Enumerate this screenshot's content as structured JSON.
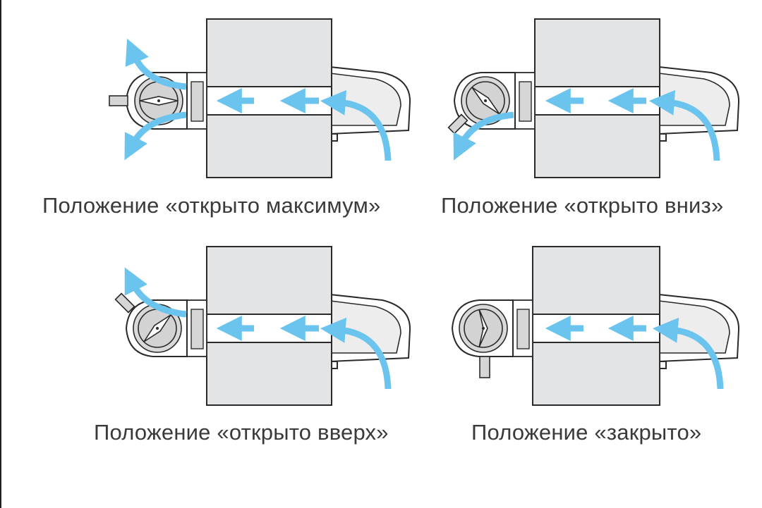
{
  "captions": {
    "open_max": "Положение «открыто максимум»",
    "open_down": "Положение «открыто вниз»",
    "open_up": "Положение «открыто вверх»",
    "closed": "Положение «закрыто»"
  },
  "colors": {
    "airflow": "#6bc4ee",
    "wall": "#e3e4e6",
    "outline": "#2a2a2a",
    "text": "#3a3a3a"
  },
  "icons": {
    "airflow": "airflow-arrow-icon",
    "valve": "valve-icon",
    "hood": "outer-hood-icon"
  }
}
